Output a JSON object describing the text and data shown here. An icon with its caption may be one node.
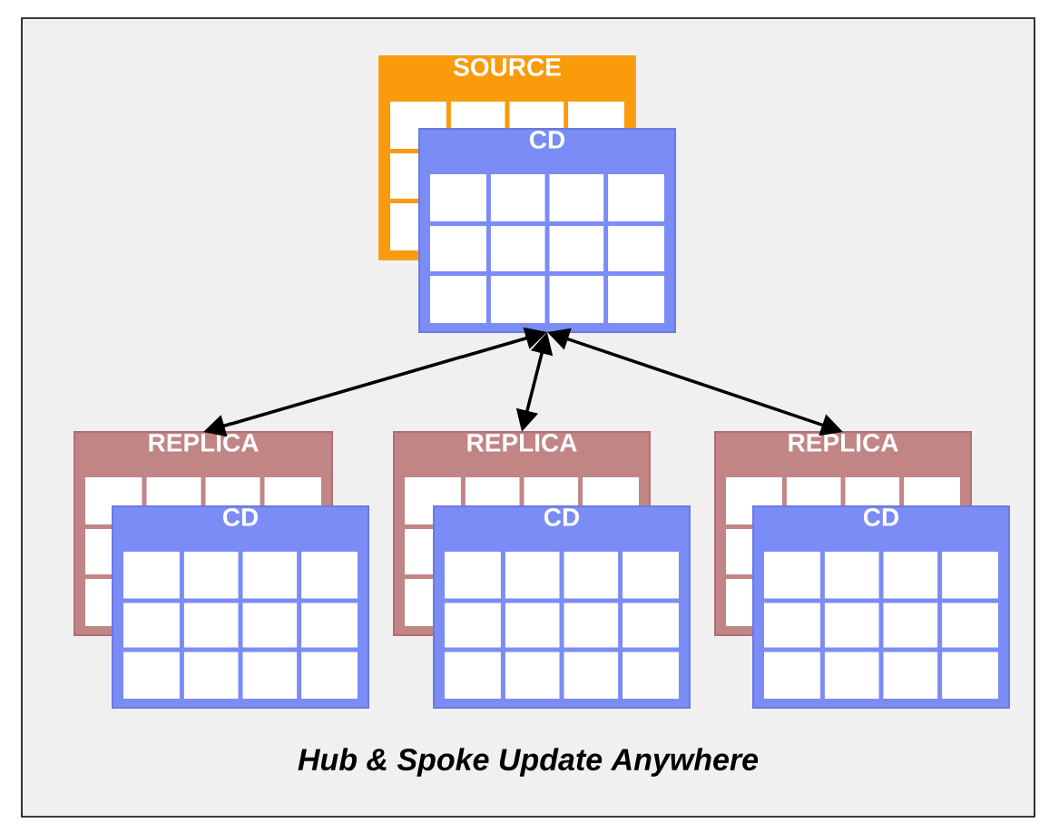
{
  "diagram": {
    "caption": "Hub & Spoke Update Anywhere",
    "nodes": [
      {
        "text": [
          "SOURCE"
        ]
      },
      {
        "text": [
          "CD"
        ]
      },
      {
        "text": [
          "REPLICA"
        ]
      },
      {
        "text": [
          "CD"
        ]
      },
      {
        "text": [
          "REPLICA"
        ]
      },
      {
        "text": [
          "CD"
        ]
      },
      {
        "text": [
          "REPLICA"
        ]
      },
      {
        "text": [
          "CD"
        ]
      }
    ],
    "edges": [
      {
        "from": 1,
        "to": 2,
        "arrow": "both"
      },
      {
        "from": 1,
        "to": 4,
        "arrow": "both"
      },
      {
        "from": 1,
        "to": 6,
        "arrow": "both"
      }
    ]
  }
}
